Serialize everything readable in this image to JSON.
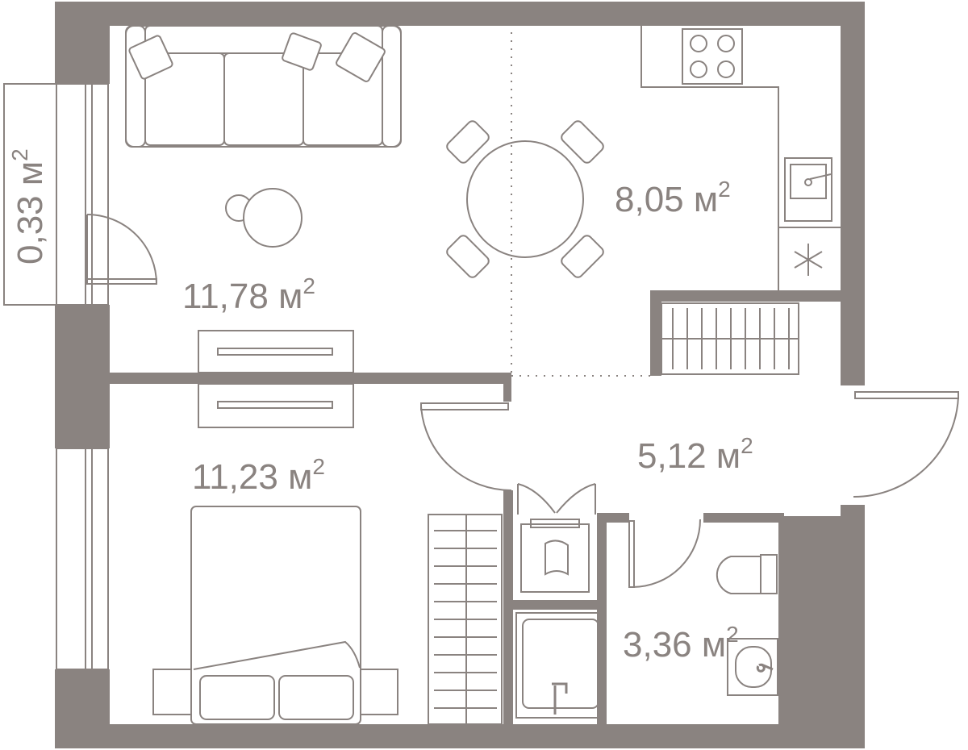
{
  "rooms": {
    "living": {
      "area": "11,78",
      "unit": "м",
      "exp": "2"
    },
    "kitchen": {
      "area": "8,05",
      "unit": "м",
      "exp": "2"
    },
    "bedroom": {
      "area": "11,23",
      "unit": "м",
      "exp": "2"
    },
    "hall": {
      "area": "5,12",
      "unit": "м",
      "exp": "2"
    },
    "bathroom": {
      "area": "3,36",
      "unit": "м",
      "exp": "2"
    },
    "balcony": {
      "area": "0,33",
      "unit": "м",
      "exp": "2"
    }
  },
  "colors": {
    "wall": "#8a8380",
    "background": "#ffffff"
  },
  "icons": [
    "sofa-icon",
    "coffee-table-icon",
    "dining-table-icon",
    "stove-icon",
    "kitchen-sink-icon",
    "snowflake-icon",
    "bed-icon",
    "dresser-icon",
    "wardrobe-icon",
    "washing-machine-icon",
    "shower-icon",
    "toilet-icon",
    "washbasin-icon"
  ]
}
